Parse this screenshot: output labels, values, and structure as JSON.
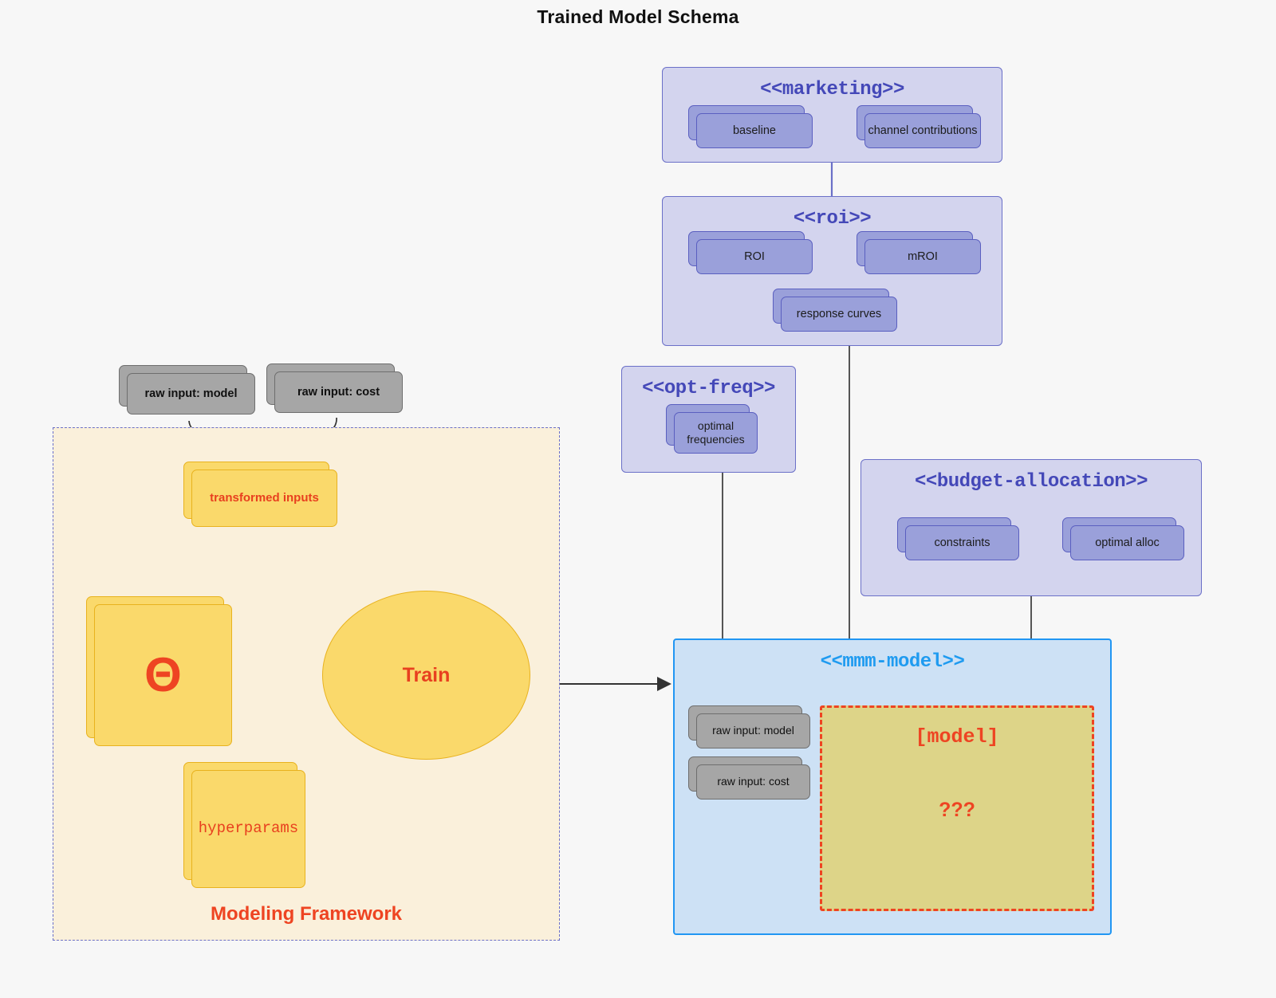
{
  "page": {
    "title": "Trained Model Schema",
    "background_color": "#f7f7f7"
  },
  "colors": {
    "package_fill": "#d3d4ee",
    "package_border": "#6b70c8",
    "package_title": "#4448b8",
    "member_fill": "#9aa0da",
    "member_border": "#5a5fc0",
    "mmm_fill": "#cde1f5",
    "mmm_border": "#2196f3",
    "mmm_title": "#1f9bf0",
    "model_region_fill": "#ddd488",
    "model_region_border": "#ee4422",
    "framework_fill": "#faf0db",
    "framework_border": "#6b70c8",
    "yellow_fill": "#fad96b",
    "yellow_border": "#e8b21e",
    "accent_red": "#ee4422",
    "grey_fill": "#a6a6a6",
    "grey_border": "#6e6e6e"
  },
  "packages": {
    "marketing": {
      "title": "<<marketing>>",
      "members": [
        "baseline",
        "channel contributions"
      ]
    },
    "roi": {
      "title": "<<roi>>",
      "members": [
        "ROI",
        "mROI",
        "response curves"
      ]
    },
    "opt_freq": {
      "title": "<<opt-freq>>",
      "members": [
        "optimal frequencies"
      ]
    },
    "budget_allocation": {
      "title": "<<budget-allocation>>",
      "members": [
        "constraints",
        "optimal alloc"
      ]
    },
    "mmm_model": {
      "title": "<<mmm-model>>",
      "inputs": [
        "raw input: model",
        "raw input: cost"
      ],
      "model_region": {
        "label": "[model]",
        "unknown": "???"
      }
    }
  },
  "framework": {
    "label": "Modeling Framework",
    "raw_inputs": [
      "raw input: model",
      "raw input: cost"
    ],
    "transformed_inputs": "transformed inputs",
    "theta": "Θ",
    "hyperparams": "hyperparams",
    "train": "Train"
  }
}
